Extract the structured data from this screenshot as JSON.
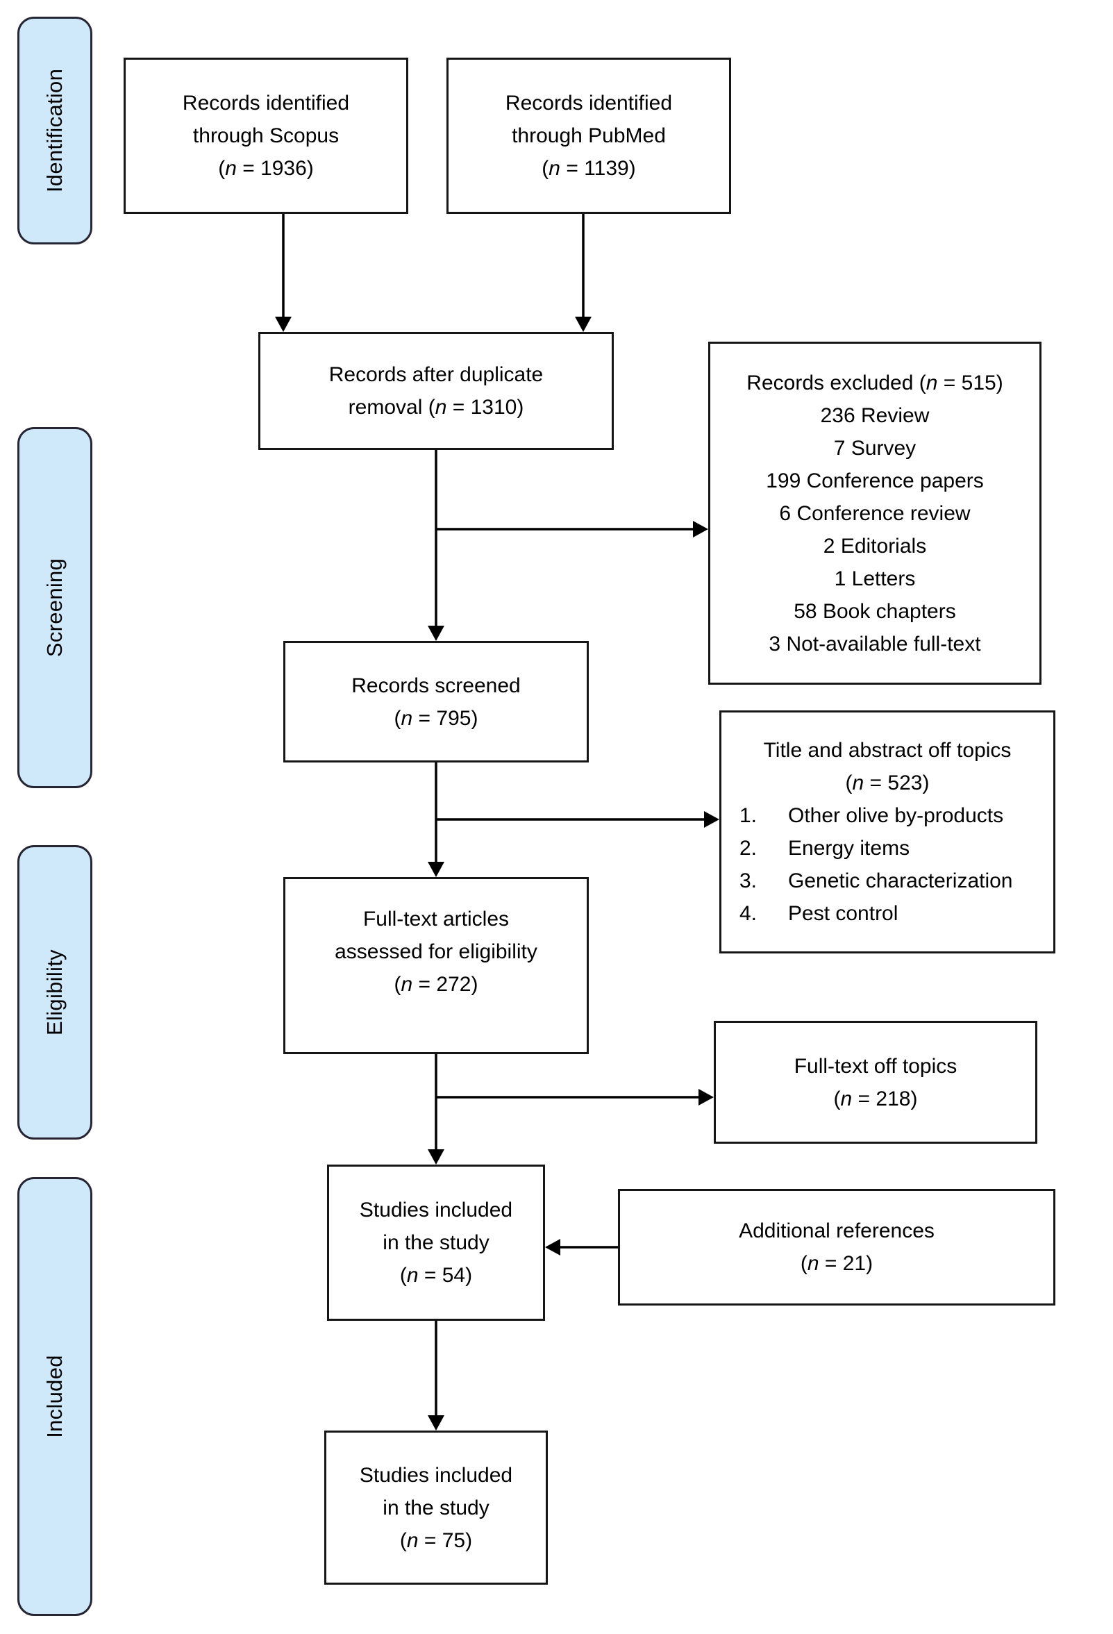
{
  "figure": {
    "kind": "PRISMA systematic review flow diagram"
  },
  "colors": {
    "background": "#ffffff",
    "box_fill": "#ffffff",
    "box_border": "#161616",
    "stage_fill": "#cfe9fa",
    "stage_border": "#252533",
    "arrow": "#000000",
    "text": "#000000"
  },
  "sidebar": {
    "stages": [
      {
        "label": "Identification"
      },
      {
        "label": "Screening"
      },
      {
        "label": "Eligibility"
      },
      {
        "label": "Included"
      }
    ]
  },
  "boxes": {
    "scopus": {
      "lines": [
        "Records identified",
        "through Scopus",
        "(n = 1936)"
      ]
    },
    "pubmed": {
      "lines": [
        "Records identified",
        "through PubMed",
        "(n = 1139)"
      ]
    },
    "duplicate_removal": {
      "lines": [
        "Records after duplicate",
        "removal (n = 1310)"
      ]
    },
    "records_excluded": {
      "lines": [
        "Records excluded (n = 515)",
        "236 Review",
        "7 Survey",
        "199 Conference papers",
        "6 Conference review",
        "2 Editorials",
        "1 Letters",
        "58 Book chapters",
        "3 Not-available full-text"
      ]
    },
    "records_screened": {
      "lines": [
        "Records screened",
        "(n = 795)"
      ]
    },
    "title_abstract_off_topics": {
      "title_lines": [
        "Title and abstract off topics",
        "(n = 523)"
      ],
      "items": [
        "Other olive by-products",
        "Energy items",
        "Genetic characterization",
        "Pest control"
      ]
    },
    "full_text_assessed": {
      "lines": [
        "Full-text articles",
        "assessed for eligibility",
        "(n = 272)"
      ]
    },
    "full_text_off_topics": {
      "lines": [
        "Full-text off topics",
        "(n = 218)"
      ]
    },
    "studies_included_54": {
      "lines": [
        "Studies included",
        "in the study",
        "(n = 54)"
      ]
    },
    "additional_references": {
      "lines": [
        "Additional references",
        "(n = 21)"
      ]
    },
    "studies_included_75": {
      "lines": [
        "Studies included",
        "in the study",
        "(n = 75)"
      ]
    }
  }
}
